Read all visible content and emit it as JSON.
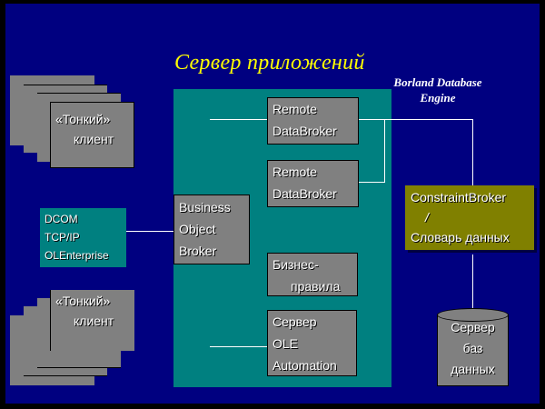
{
  "title": "Сервер приложений",
  "engine_label": [
    "Borland Database",
    "Engine"
  ],
  "thin_client_top": {
    "line1": "«Тонкий»",
    "line2": "клиент"
  },
  "thin_client_bottom": {
    "line1": "«Тонкий»",
    "line2": "клиент"
  },
  "protocols": [
    "DCOM",
    "TCP/IP",
    "OLEnterprise"
  ],
  "business_object_broker": [
    "Business",
    "Object",
    "Broker"
  ],
  "remote_databroker_1": [
    "Remote",
    "DataBroker"
  ],
  "remote_databroker_2": [
    "Remote",
    "DataBroker"
  ],
  "business_rules": [
    "Бизнес-",
    "правила"
  ],
  "ole_automation_server": [
    "Сервер",
    "OLE",
    "Automation"
  ],
  "constraint_broker": [
    "ConstraintBroker",
    "/",
    "Словарь данных"
  ],
  "database_server": [
    "Сервер",
    "баз",
    "данных"
  ],
  "colors": {
    "background": "#000080",
    "frame": "#000000",
    "app_server": "#008080",
    "component": "#808080",
    "constraint_broker": "#808000",
    "title": "#ffff00",
    "text": "#ffffff"
  }
}
